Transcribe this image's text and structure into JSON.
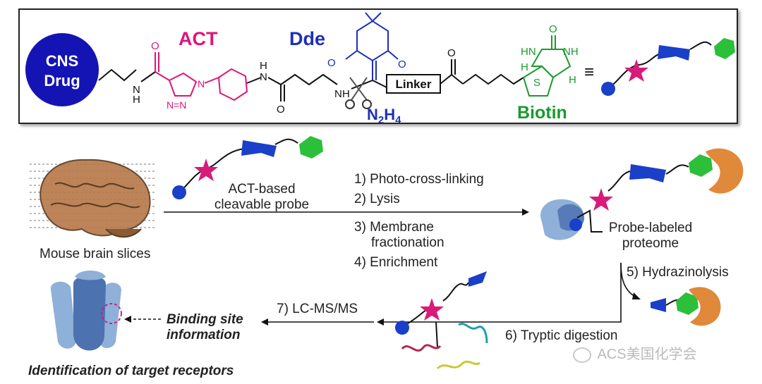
{
  "top_panel": {
    "cns_drug_line1": "CNS",
    "cns_drug_line2": "Drug",
    "act_label": "ACT",
    "dde_label": "Dde",
    "linker_label": "Linker",
    "cleavage_label": "N2H4",
    "biotin_label": "Biotin",
    "equiv_symbol": "≡",
    "atoms": {
      "nh_amide1": "H",
      "n_amide1": "N",
      "o_amide1": "O",
      "tetrazole_n": "N",
      "n_eq1": "N=N",
      "n2": "N",
      "nh2_line1": "H",
      "nh2_line2": "N",
      "o_amide2": "O",
      "nh3_line1": "N",
      "nh3_line2": "H",
      "o_dde1": "O",
      "o_dde2": "O",
      "o_linker": "O",
      "biotin_o": "O",
      "biotin_hn": "HN",
      "biotin_nh": "NH",
      "biotin_h1": "H",
      "biotin_h2": "H",
      "biotin_s": "S"
    },
    "colors": {
      "act": "#e0147a",
      "dde": "#1f2fb8",
      "biotin": "#1a9a2e",
      "cns": "#1414b4"
    }
  },
  "workflow": {
    "start_label": "Mouse brain slices",
    "probe_label_line1": "ACT-based",
    "probe_label_line2": "cleavable probe",
    "steps_a": [
      "1) Photo-cross-linking",
      "2) Lysis"
    ],
    "steps_b": [
      "3) Membrane",
      "fractionation",
      "4) Enrichment"
    ],
    "labeled_line1": "Probe-labeled",
    "labeled_line2": "proteome",
    "step5": "5) Hydrazinolysis",
    "step6": "6) Tryptic digestion",
    "step7": "7) LC-MS/MS",
    "binding_line1": "Binding site",
    "binding_line2": "information",
    "identification": "Identification of target receptors",
    "watermark": "ACS美国化学会",
    "colors": {
      "protein_light": "#8fb0d8",
      "protein_dark": "#4c72b0",
      "receptor_orange": "#e0893a",
      "tag_green": "#2bbf3a",
      "tag_blue": "#1a3fc8",
      "star": "#d81b7a"
    }
  }
}
